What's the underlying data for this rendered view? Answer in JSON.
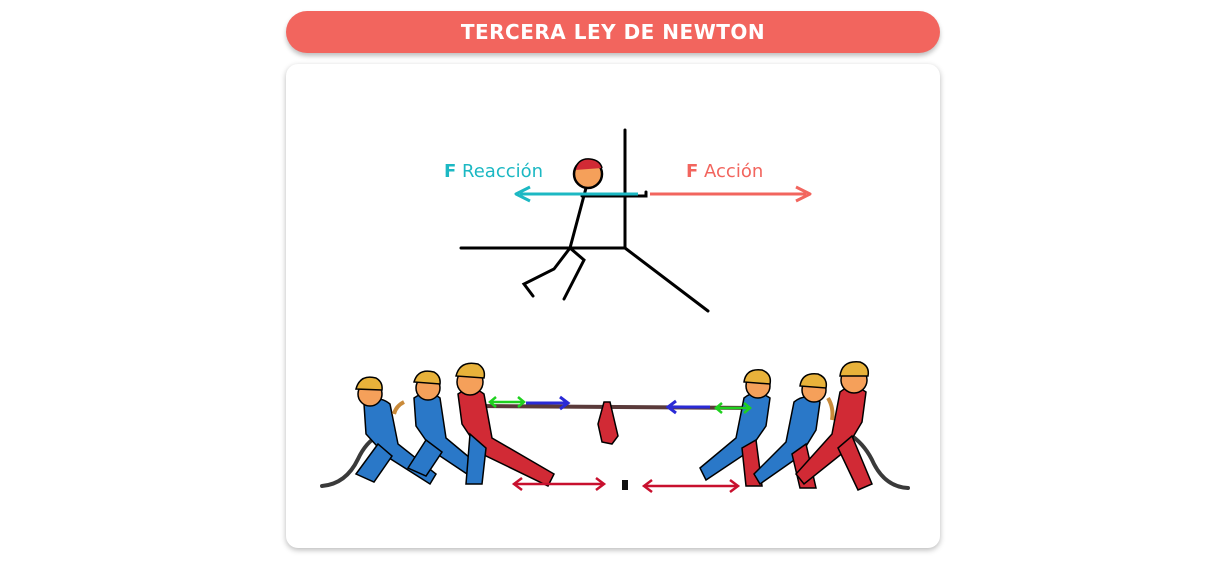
{
  "header": {
    "title": "TERCERA LEY DE NEWTON"
  },
  "diagram": {
    "reaction_label": {
      "symbol": "F",
      "text": "Reacción",
      "color": "#1cb8c3"
    },
    "action_label": {
      "symbol": "F",
      "text": "Acción",
      "color": "#f2655e"
    }
  },
  "colors": {
    "accent": "#f2655e",
    "reaction": "#1cb8c3",
    "team_blue": "#2a78c8",
    "team_red": "#d12a35",
    "helmet": "#e8b23a",
    "skin": "#f5a05a",
    "grip_arrow": "#1fd11f",
    "rope_arrow": "#2a2ad6",
    "ground_arrow": "#c8102e"
  }
}
